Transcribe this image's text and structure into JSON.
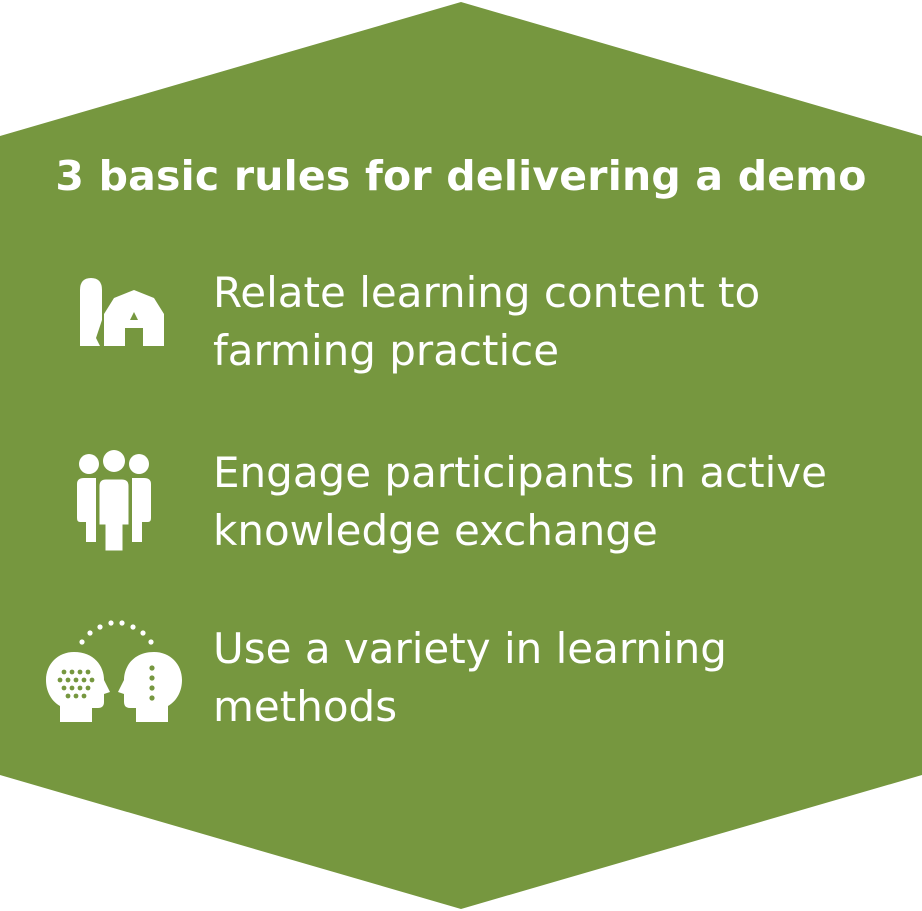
{
  "colors": {
    "background": "#76973F",
    "foreground": "#FFFFFF"
  },
  "title": "3 basic rules for delivering a demo",
  "rules": [
    {
      "icon": "farm-icon",
      "line1": "Relate learning content to",
      "line2": "farming practice"
    },
    {
      "icon": "people-group-icon",
      "line1": "Engage participants in active",
      "line2": "knowledge exchange"
    },
    {
      "icon": "knowledge-exchange-heads-icon",
      "line1": "Use a variety in learning",
      "line2": "methods"
    }
  ]
}
